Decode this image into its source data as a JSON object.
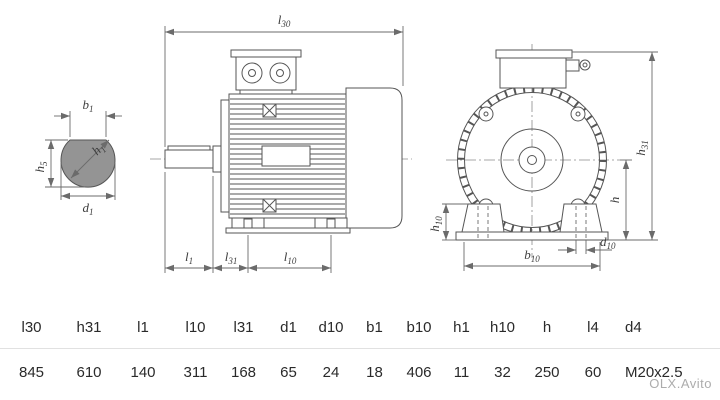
{
  "drawing": {
    "labels": {
      "l30": {
        "m": "l",
        "s": "30"
      },
      "b1": {
        "m": "b",
        "s": "1"
      },
      "h5": {
        "m": "h",
        "s": "5"
      },
      "h1": {
        "m": "h",
        "s": "1"
      },
      "d1": {
        "m": "d",
        "s": "1"
      },
      "l1": {
        "m": "l",
        "s": "1"
      },
      "l31": {
        "m": "l",
        "s": "31"
      },
      "l10": {
        "m": "l",
        "s": "10"
      },
      "h31": {
        "m": "h",
        "s": "31"
      },
      "h": {
        "m": "h",
        "s": ""
      },
      "h10": {
        "m": "h",
        "s": "10"
      },
      "b10": {
        "m": "b",
        "s": "10"
      },
      "d10": {
        "m": "d",
        "s": "10"
      }
    },
    "line_color": "#565656",
    "shaft_fill": "#949494"
  },
  "table": {
    "headers": [
      "l30",
      "h31",
      "l1",
      "l10",
      "l31",
      "d1",
      "d10",
      "b1",
      "b10",
      "h1",
      "h10",
      "h",
      "l4",
      "d4"
    ],
    "values": [
      "845",
      "610",
      "140",
      "311",
      "168",
      "65",
      "24",
      "18",
      "406",
      "11",
      "32",
      "250",
      "60",
      "M20x2.5"
    ]
  },
  "watermark": "OLX.Avito"
}
